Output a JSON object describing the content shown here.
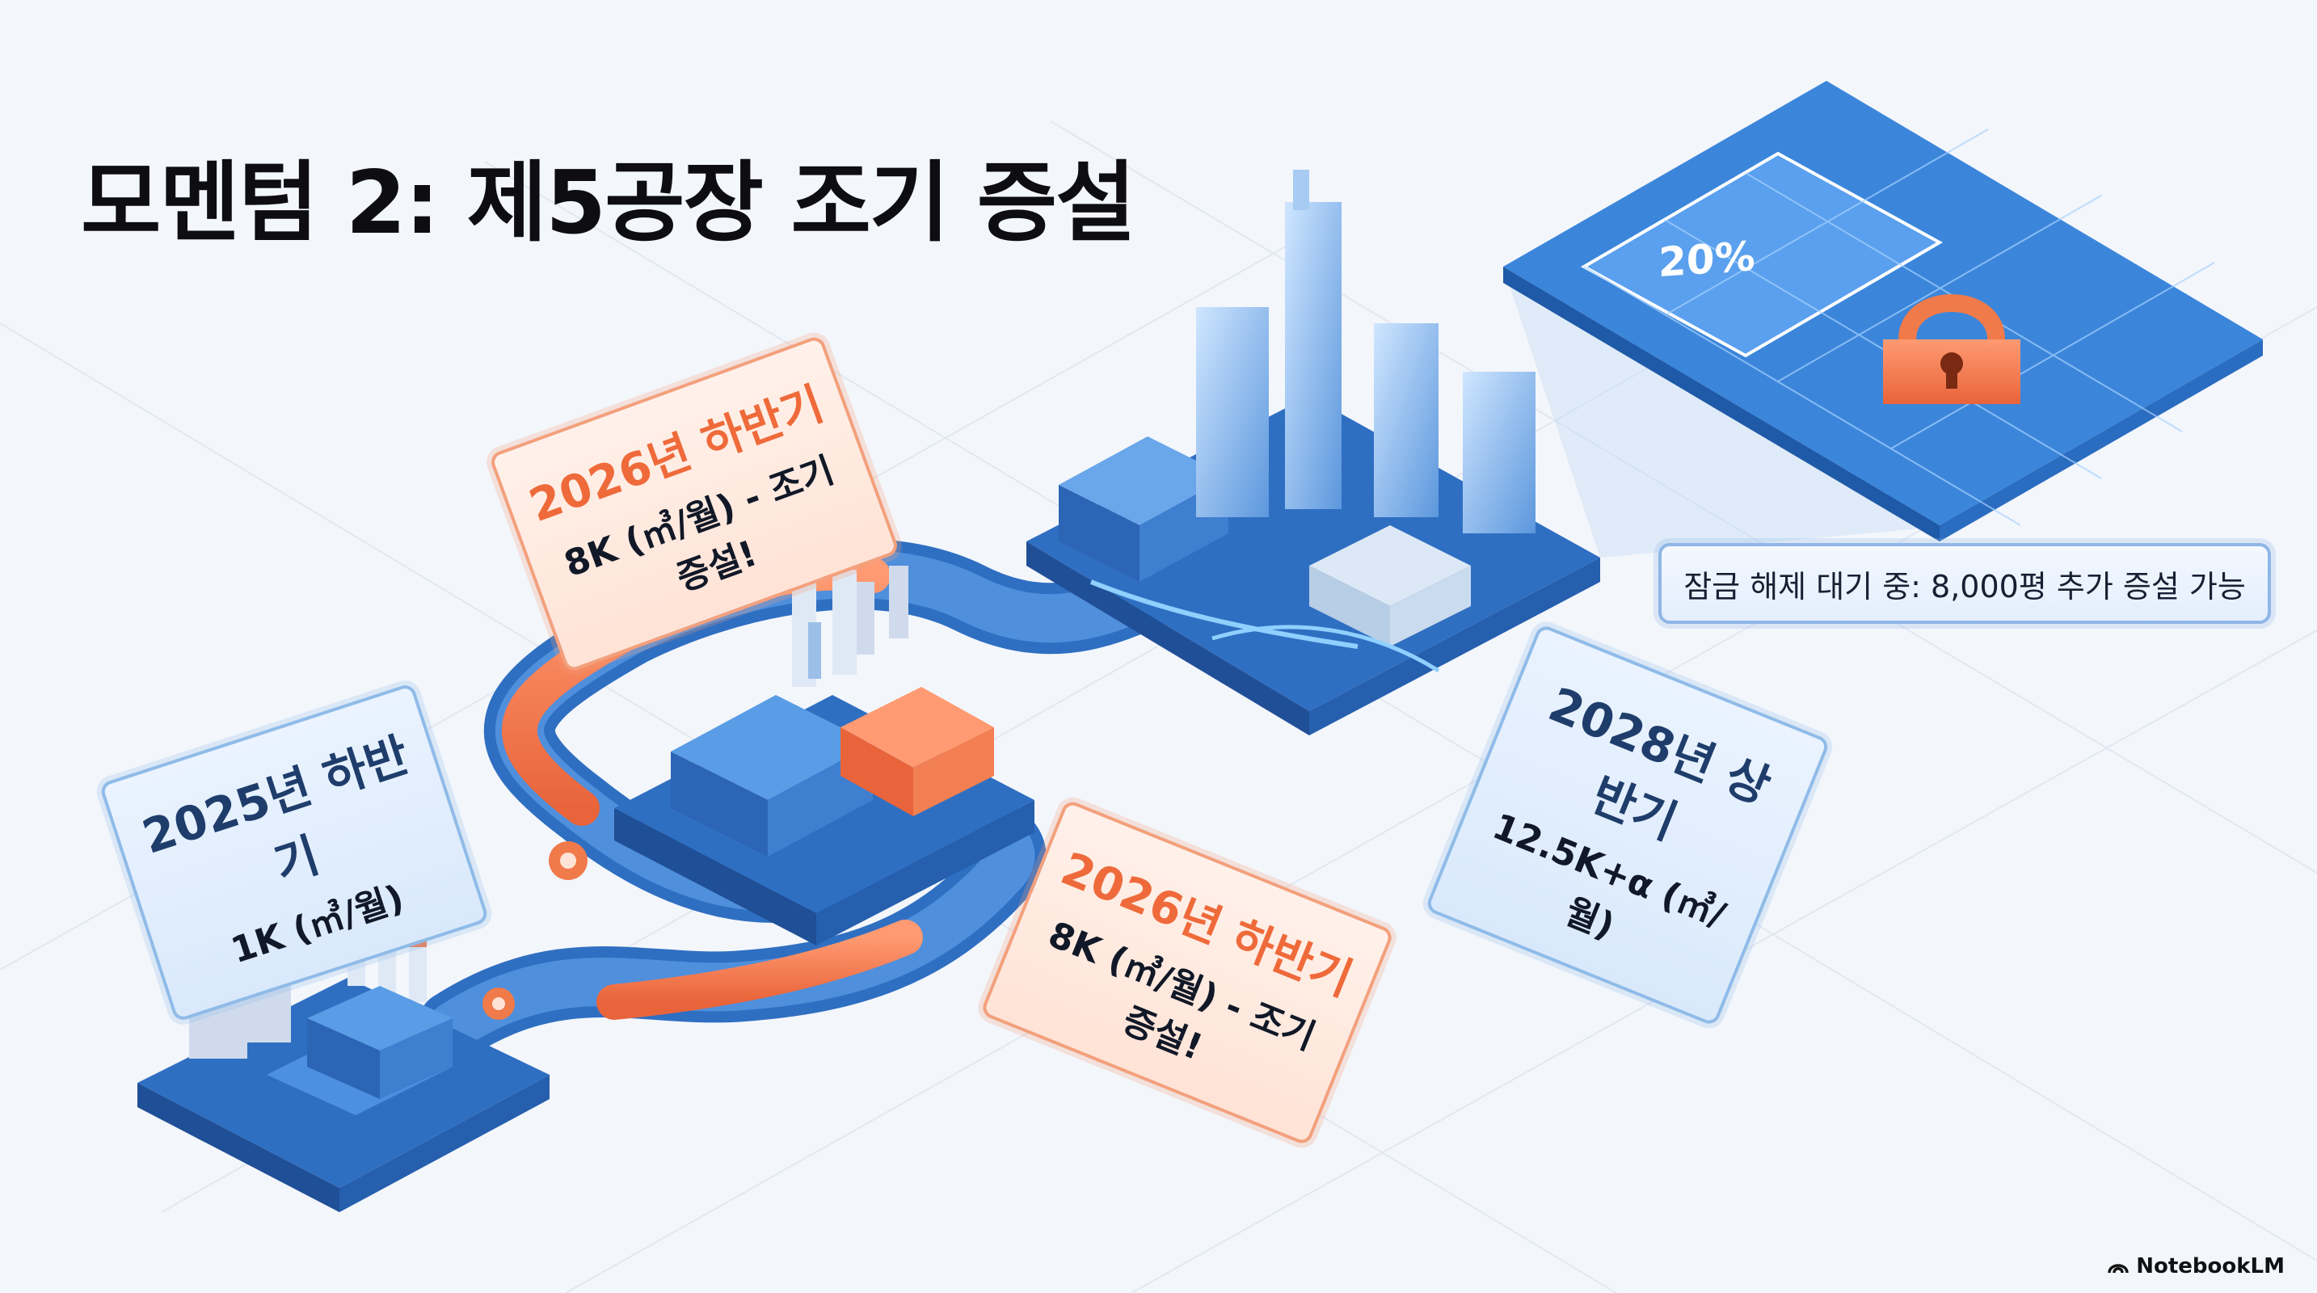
{
  "title": "모멘텀 2: 제5공장 조기 증설",
  "callouts": {
    "y2025": {
      "label": "2025년 하반기",
      "capacity": "1K (㎥/월)"
    },
    "y2026_top": {
      "label": "2026년 하반기",
      "capacity": "8K (㎥/월) - 조기 증설!"
    },
    "y2026_bottom": {
      "label": "2026년 하반기",
      "capacity": "8K (㎥/월) - 조기 증설!"
    },
    "y2028": {
      "label": "2028년 상반기",
      "capacity": "12.5K+α (㎥/월)"
    }
  },
  "unlock_panel": {
    "percent": "20%",
    "note": "잠금 해제 대기 중: 8,000평 추가 증설 가능",
    "icon": "lock-icon"
  },
  "branding": {
    "name": "NotebookLM",
    "icon": "notebooklm-icon"
  },
  "colors": {
    "accent_blue": "#3b82d6",
    "accent_orange": "#f07a4a",
    "background": "#f3f6fb"
  }
}
